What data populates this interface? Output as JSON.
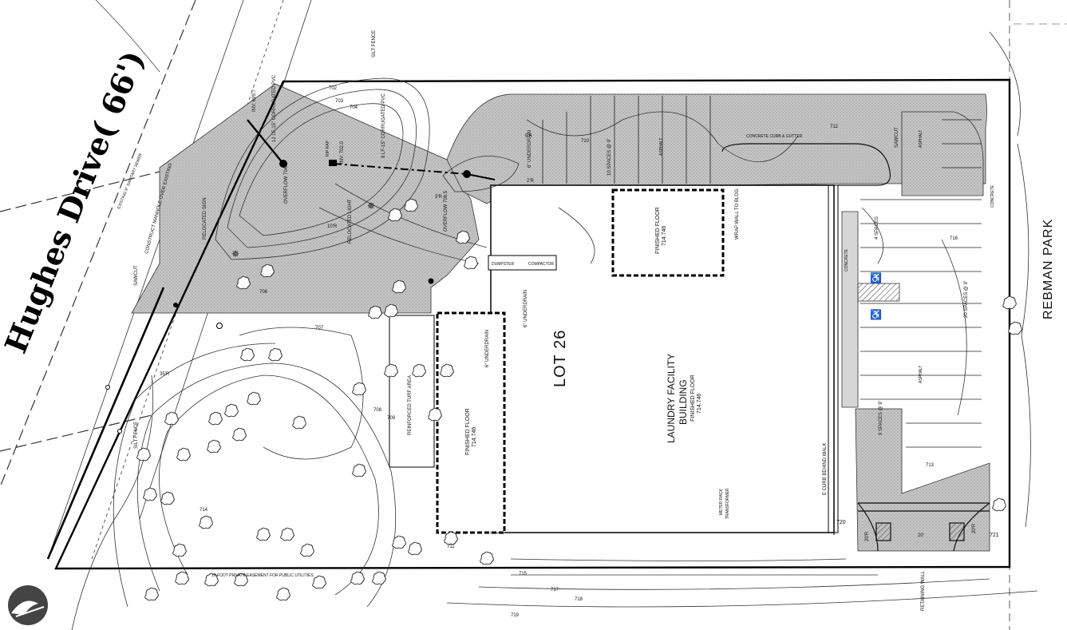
{
  "labels": {
    "road": "Hughes Drive( 66')",
    "lot": "LOT 26",
    "building_line1": "LAUNDRY FACILITY",
    "building_line2": "BUILDING",
    "building_floor1": "FINISHED FLOOR",
    "building_floor2": "714.746",
    "ff_north1": "FINISHED FLOOR",
    "ff_north2": "714.746",
    "ff_west1": "FINISHED FLOOR",
    "ff_west2": "714.746",
    "rebman_park": "REBMAN PARK",
    "dumpster": "DUMPSTER",
    "compactor": "COMPACTOR",
    "reinforced_turf": "REINFORCED TURF AREA",
    "overflow_a": "OVERFLOW 704.5",
    "overflow_b": "OVERFLOW 708.5",
    "silt_fence_top": "SILT FENCE",
    "silt_fence_left": "SILT FENCE",
    "sawcut_left": "SAWCUT",
    "sawcut_right": "SAWCUT",
    "easement": "10 FOOT PRIVATE EASEMENT FOR PUBLIC UTILITIES",
    "spaces_10": "10 SPACES @ 9'",
    "spaces_4": "4 SPACES",
    "spaces_20": "20 SPACES @ 9'",
    "spaces_9": "9 SPACES @ 9'",
    "undergrain_a": "6\" UNDERDRAIN",
    "undergrain_b": "6\" UNDERDRAIN",
    "undergrain_c": "6\" UNDERDRAIN",
    "retaining_wall": "RETAINING WALL",
    "wrap_wall": "WRAP WALL TO BLDG.",
    "concrete_a": "CONCRETE",
    "concrete_b": "CONCRETE",
    "asphalt_a": "ASPHALT",
    "asphalt_b": "ASPHALT",
    "asphalt_c": "ASPHALT",
    "meter_rack": "METER RACK",
    "transformer": "TRANSFORMER",
    "curb_walk": "E CURB BEHIND WALK",
    "curb_gutter": "CONCRETE CURB & GUTTER",
    "sanitary": "EXISTING 8\" SANITARY SEWER",
    "manhole": "CONSTRUCT MANHOLE OVER EXISTING",
    "rip_rap": "RIP RAP",
    "relocated_sign": "RELOCATED SIGN",
    "relocated_light": "RELOCATED LIGHT",
    "pvc_a": "12 LF-15\" CORRUGATED PVC",
    "pvc_b": "8 LF-15\" CORRUGATED PVC",
    "inv_a": "INV. 699.7",
    "inv_b": "INV. 702.0",
    "dim_720": "720",
    "dim_721": "721",
    "dim_20r_a": "20'R",
    "dim_20r_b": "20'R",
    "dim_20": "20'",
    "dim_3r": "3'R",
    "dim_5r": "5'R",
    "dim_35r": "35'R",
    "dim_10r": "10'R",
    "dim_2r": "2'R"
  },
  "contours": [
    "702",
    "703",
    "704",
    "706",
    "707",
    "708",
    "709",
    "710",
    "711",
    "712",
    "713",
    "714",
    "715",
    "716",
    "717",
    "718",
    "719"
  ],
  "colors": {
    "ink": "#111111",
    "pavement": "#bdbdbd",
    "paper": "#ffffff"
  },
  "icons": [
    "logo-icon",
    "handicap-icon",
    "tree-icon",
    "light-icon",
    "manhole-icon"
  ]
}
